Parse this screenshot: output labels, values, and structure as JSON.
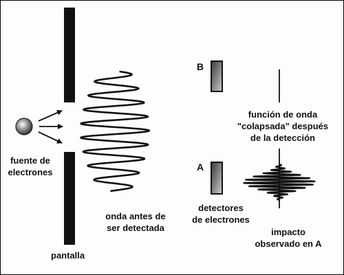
{
  "labels": {
    "source_line1": "fuente de",
    "source_line2": "electrones",
    "screen": "pantalla",
    "wave_line1": "onda antes de",
    "wave_line2": "ser detectada",
    "detectors_line1": "detectores",
    "detectors_line2": "de electrones",
    "collapsed_line1": "función de onda",
    "collapsed_line2": "\"colapsada\" después",
    "collapsed_line3": "de la detección",
    "impact_line1": "impacto",
    "impact_line2": "observado en A",
    "detector_b": "B",
    "detector_a": "A"
  }
}
